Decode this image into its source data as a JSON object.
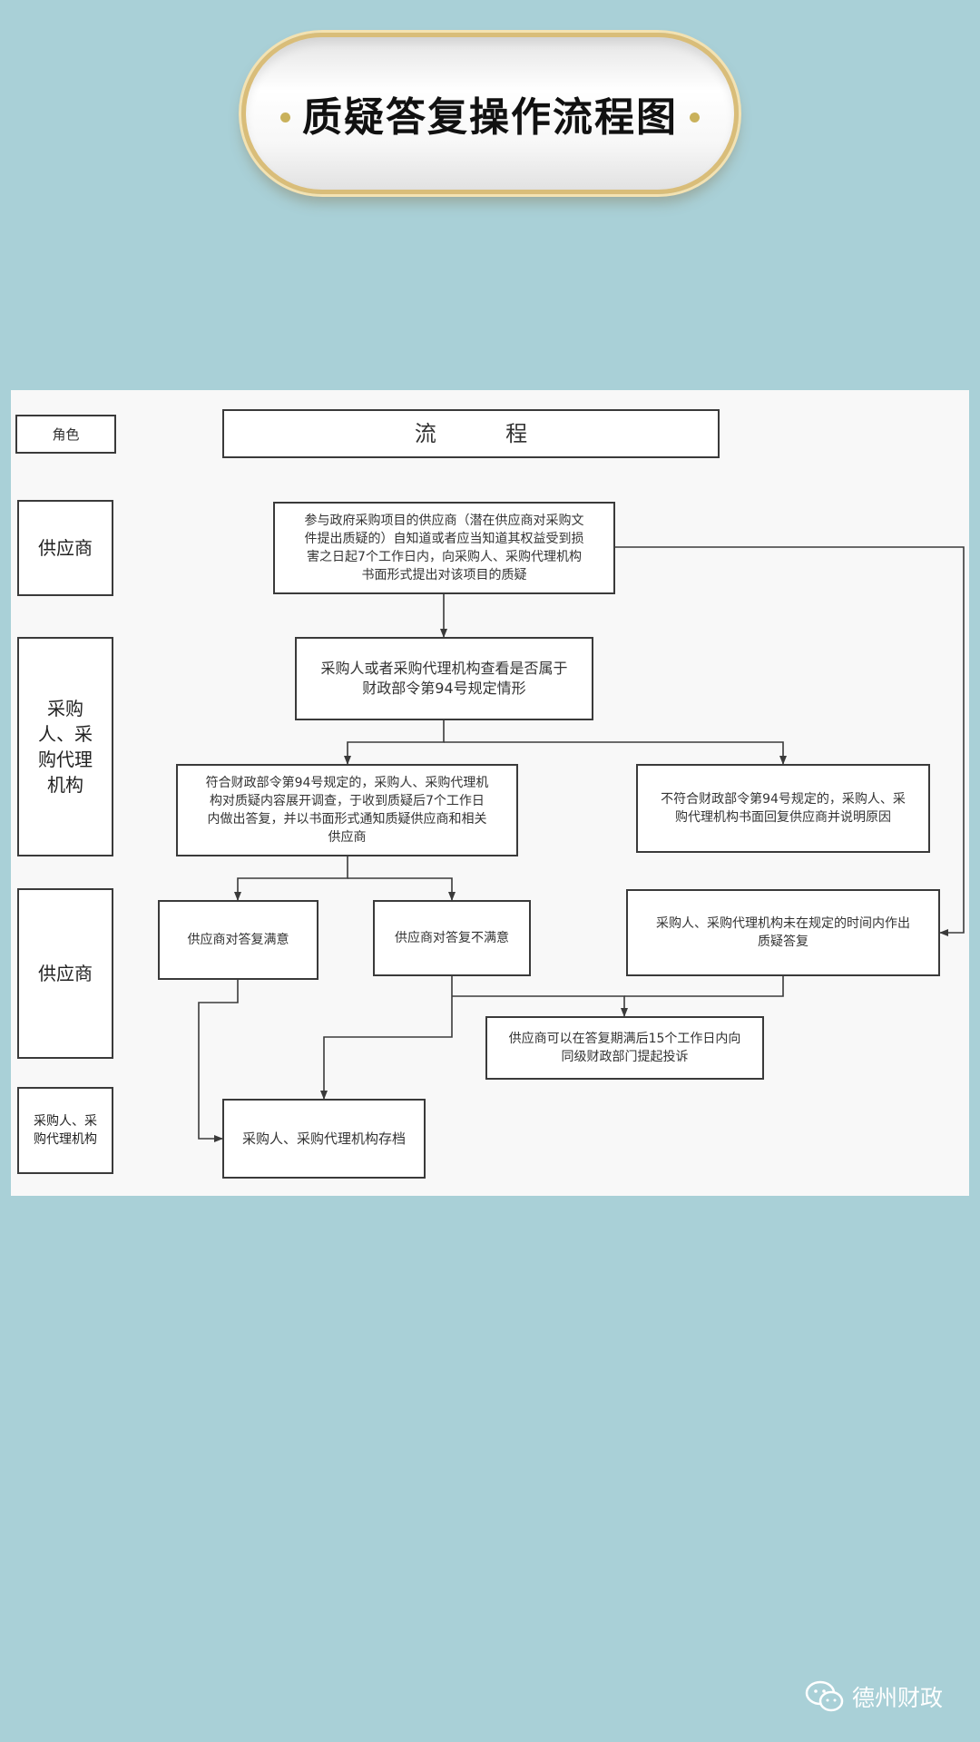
{
  "title": "质疑答复操作流程图",
  "header": {
    "role_label": "角色",
    "process_label": "流          程"
  },
  "roles": {
    "supplier_top": "供应商",
    "purchaser_agency": "采购\n人、采\n购代理\n机构",
    "supplier_bottom": "供应商",
    "purchaser_agency_bottom": "采购人、采\n购代理机构"
  },
  "steps": {
    "s1": "参与政府采购项目的供应商（潜在供应商对采购文\n件提出质疑的）自知道或者应当知道其权益受到损\n害之日起7个工作日内，向采购人、采购代理机构\n书面形式提出对该项目的质疑",
    "s2": "采购人或者采购代理机构查看是否属于\n财政部令第94号规定情形",
    "s3a": "符合财政部令第94号规定的，采购人、采购代理机\n构对质疑内容展开调查，于收到质疑后7个工作日\n内做出答复，并以书面形式通知质疑供应商和相关\n供应商",
    "s3b": "不符合财政部令第94号规定的，采购人、采\n购代理机构书面回复供应商并说明原因",
    "s4a": "供应商对答复满意",
    "s4b": "供应商对答复不满意",
    "s4c": "采购人、采购代理机构未在规定的时间内作出\n质疑答复",
    "s5": "供应商可以在答复期满后15个工作日内向\n同级财政部门提起投诉",
    "s6": "采购人、采购代理机构存档"
  },
  "watermark": "德州财政",
  "colors": {
    "background": "#a9d0d7",
    "panel": "#f8f8f8",
    "pill_border": "#d9bd79",
    "line": "#3a3a3a"
  }
}
